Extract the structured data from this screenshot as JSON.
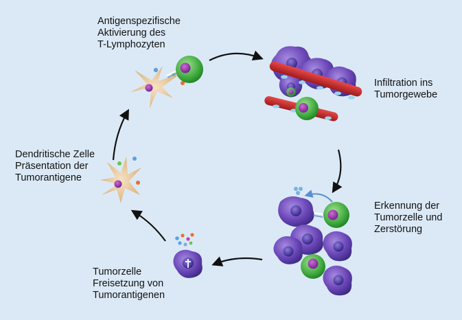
{
  "steps": {
    "activation": {
      "lines": [
        "Antigenspezifische",
        "Aktivierung des",
        "T-Lymphozyten"
      ]
    },
    "infiltration": {
      "lines": [
        "Infiltration ins",
        "Tumorgewebe"
      ]
    },
    "recognition": {
      "lines": [
        "Erkennung der",
        "Tumorzelle und",
        "Zerstörung"
      ]
    },
    "release": {
      "lines": [
        "Tumorzelle",
        "Freisetzung von",
        "Tumorantigenen"
      ]
    },
    "presentation": {
      "lines": [
        "Dendritische Zelle",
        "Präsentation der",
        "Tumorantigene"
      ]
    }
  },
  "colors": {
    "background": "#dbe9f6",
    "tumor_cell": "#6b46b8",
    "t_cell": "#3aa63a",
    "dendritic_cell": "#e9c89a",
    "blood_vessel": "#c82a2a",
    "arrow": "#111111"
  }
}
